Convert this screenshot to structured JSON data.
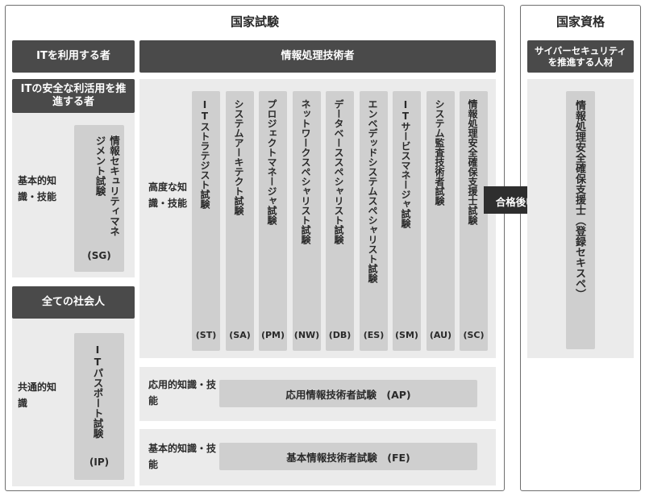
{
  "left_panel": {
    "title": "国家試験",
    "it_users_header": "ITを利用する者",
    "it_pros_header": "情報処理技術者",
    "safe_use_header": "ITの安全な利活用を推進する者",
    "basic_knowledge_label": "基本的知識・技能",
    "sg_exam": {
      "name": "情報セキュリティマネジメント試験",
      "code": "(SG)"
    },
    "all_members_header": "全ての社会人",
    "common_knowledge_label": "共通的知識",
    "ip_exam": {
      "name": "ITパスポート試験",
      "code": "(IP)"
    },
    "advanced_label": "高度な知識・技能",
    "advanced_exams": [
      {
        "name": "ITストラテジスト試験",
        "code": "(ST)"
      },
      {
        "name": "システムアーキテクト試験",
        "code": "(SA)"
      },
      {
        "name": "プロジェクトマネージャ試験",
        "code": "(PM)"
      },
      {
        "name": "ネットワークスペシャリスト試験",
        "code": "(NW)"
      },
      {
        "name": "データベーススペシャリスト試験",
        "code": "(DB)"
      },
      {
        "name": "エンベデッドシステムスペシャリスト試験",
        "code": "(ES)"
      },
      {
        "name": "ITサービスマネージャ試験",
        "code": "(SM)"
      },
      {
        "name": "システム監査技術者試験",
        "code": "(AU)"
      },
      {
        "name": "情報処理安全確保支援士試験",
        "code": "(SC)"
      }
    ],
    "applied_label": "応用的知識・技能",
    "ap_exam": "応用情報技術者試験　(AP)",
    "fundamental_label": "基本的知識・技能",
    "fe_exam": "基本情報技術者試験　(FE)"
  },
  "arrow_label": "合格後申請",
  "right_panel": {
    "title": "国家資格",
    "header": "サイバーセキュリティを推進する人材",
    "qualification": "情報処理安全確保支援士（登録セキスペ）"
  }
}
